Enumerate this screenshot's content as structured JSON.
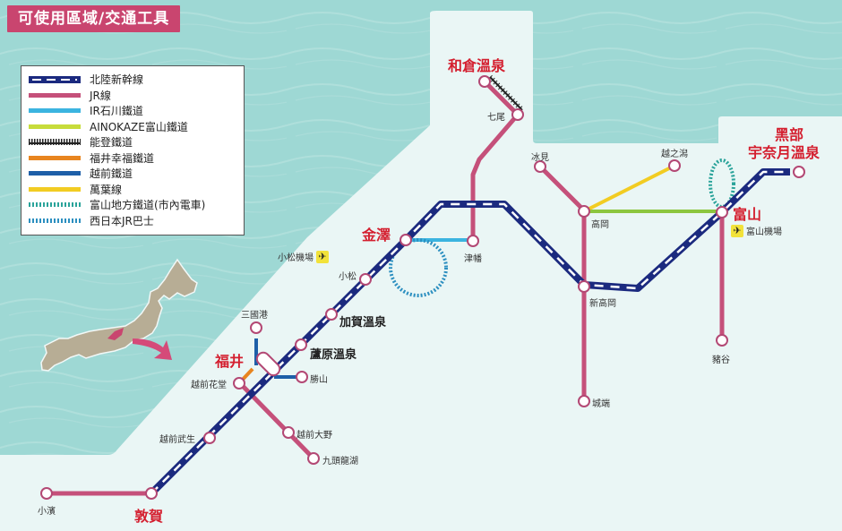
{
  "title": "可使用區域/交通工具",
  "colors": {
    "sea": "#9ed8d4",
    "land": "#eaf6f5",
    "title_bg": "#c9456f",
    "shinkansen": "#1b2a7f",
    "jr": "#c5507a",
    "ir_ishikawa": "#3bb4e0",
    "ainokaze": "#8cc63f",
    "noto": "#222222",
    "fukui_koufuku": "#e8851f",
    "echizen": "#1e5fa8",
    "manyo": "#f2cc22",
    "toyama_tram": "#2aa39a",
    "west_jr_bus": "#2c8fc0",
    "major_station": "#d41f2f"
  },
  "legend": {
    "items": [
      {
        "label": "北陸新幹線",
        "type": "shinkansen"
      },
      {
        "label": "JR線",
        "type": "jr"
      },
      {
        "label": "IR石川鐵道",
        "type": "ir_ishikawa"
      },
      {
        "label": "AINOKAZE富山鐵道",
        "type": "ainokaze"
      },
      {
        "label": "能登鐵道",
        "type": "noto"
      },
      {
        "label": "福井幸福鐵道",
        "type": "fukui_koufuku"
      },
      {
        "label": "越前鐵道",
        "type": "echizen"
      },
      {
        "label": "萬葉線",
        "type": "manyo"
      },
      {
        "label": "富山地方鐵道(市內電車)",
        "type": "toyama_tram"
      },
      {
        "label": "西日本JR巴士",
        "type": "west_jr_bus"
      }
    ]
  },
  "stations": {
    "wakura_onsen": "和倉溫泉",
    "nanao": "七尾",
    "himi": "冰見",
    "koshinokata": "越之潟",
    "takaoka": "高岡",
    "shin_takaoka": "新高岡",
    "johana": "城端",
    "toyama": "富山",
    "unazuki": "黑部\n宇奈月溫泉",
    "unazuki_line1": "黑部",
    "unazuki_line2": "宇奈月溫泉",
    "inotani": "豬谷",
    "kanazawa": "金澤",
    "tsubata": "津幡",
    "komatsu": "小松",
    "kaga_onsen": "加賀溫泉",
    "awara_onsen": "蘆原溫泉",
    "mikuniko": "三國港",
    "fukui": "福井",
    "katsuyama": "勝山",
    "echizen_hanando": "越前花堂",
    "echizen_ono": "越前大野",
    "kuzuryuko": "九頭龍湖",
    "echizen_takefu": "越前武生",
    "tsuruga": "敦賀",
    "obama": "小濱"
  },
  "airports": {
    "komatsu": "小松機場",
    "toyama": "富山機場",
    "icon": "airplane-icon"
  }
}
